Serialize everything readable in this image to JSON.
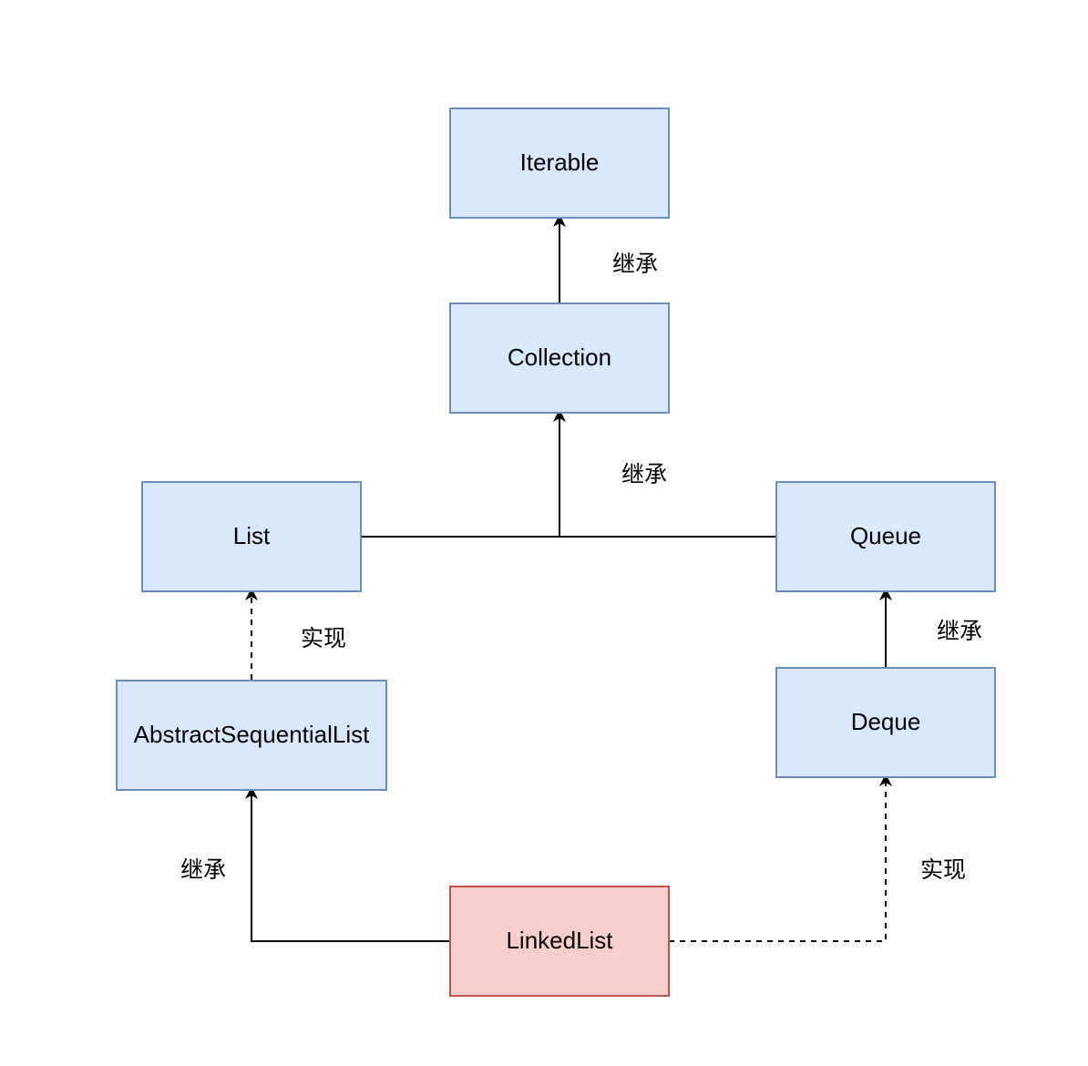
{
  "nodes": {
    "iterable": {
      "label": "Iterable",
      "fill": "#dae8fc",
      "stroke": "#6c8ebf"
    },
    "collection": {
      "label": "Collection",
      "fill": "#dae8fc",
      "stroke": "#6c8ebf"
    },
    "list": {
      "label": "List",
      "fill": "#dae8fc",
      "stroke": "#6c8ebf"
    },
    "queue": {
      "label": "Queue",
      "fill": "#dae8fc",
      "stroke": "#6c8ebf"
    },
    "abstract_sequential_list": {
      "label": "AbstractSequentialList",
      "fill": "#dae8fc",
      "stroke": "#6c8ebf"
    },
    "deque": {
      "label": "Deque",
      "fill": "#dae8fc",
      "stroke": "#6c8ebf"
    },
    "linked_list": {
      "label": "LinkedList",
      "fill": "#f8cecc",
      "stroke": "#b85450"
    }
  },
  "edges": {
    "collection_to_iterable": {
      "label": "继承",
      "style": "solid"
    },
    "list_queue_to_collection": {
      "label": "继承",
      "style": "solid"
    },
    "asl_to_list": {
      "label": "实现",
      "style": "dashed"
    },
    "deque_to_queue": {
      "label": "继承",
      "style": "solid"
    },
    "linkedlist_to_asl": {
      "label": "继承",
      "style": "solid"
    },
    "linkedlist_to_deque": {
      "label": "实现",
      "style": "dashed"
    }
  }
}
